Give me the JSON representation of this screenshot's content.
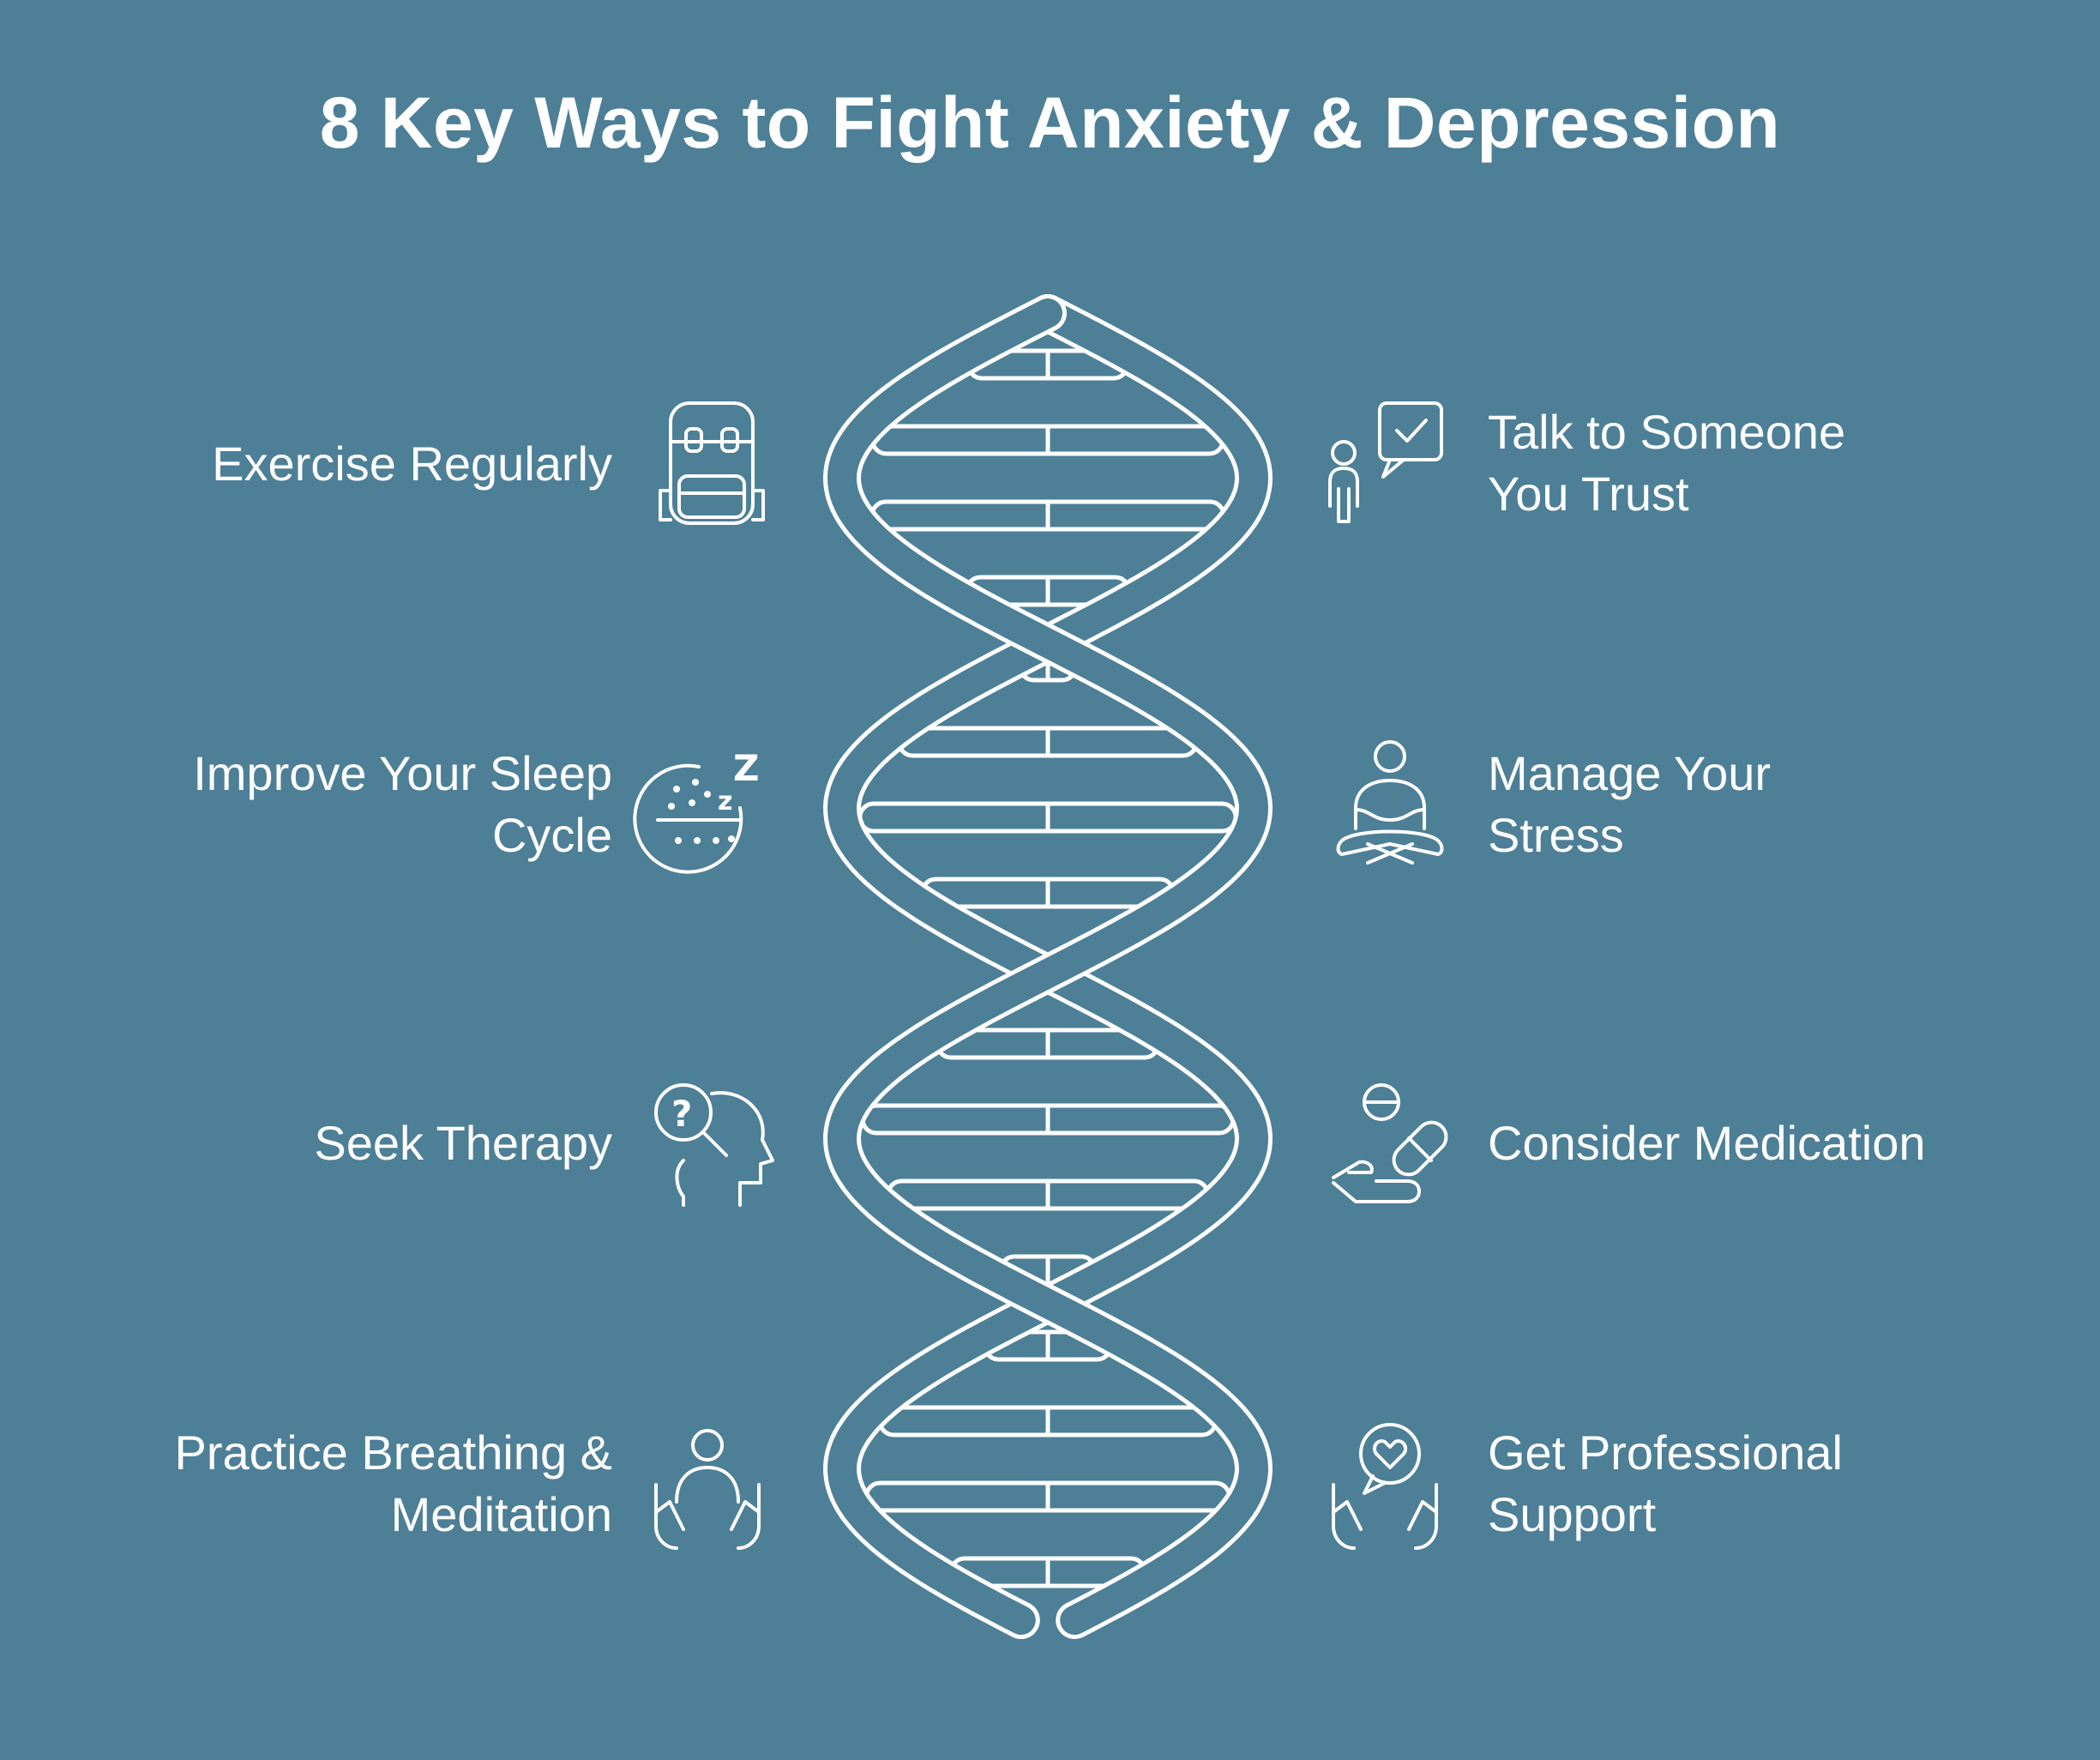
{
  "title": "8 Key Ways to Fight Anxiety & Depression",
  "left_items": [
    {
      "lines": [
        "Exercise Regularly"
      ],
      "icon": "backpack-icon"
    },
    {
      "lines": [
        "Improve Your Sleep",
        "Cycle"
      ],
      "icon": "sleep-icon"
    },
    {
      "lines": [
        "Seek Therapy"
      ],
      "icon": "head-question-icon"
    },
    {
      "lines": [
        "Practice Breathing &",
        "Meditation"
      ],
      "icon": "person-hands-icon"
    }
  ],
  "right_items": [
    {
      "lines": [
        "Talk to Someone",
        "You Trust"
      ],
      "icon": "person-speech-check-icon"
    },
    {
      "lines": [
        "Manage Your",
        "Stress"
      ],
      "icon": "meditation-icon"
    },
    {
      "lines": [
        "Consider Medication"
      ],
      "icon": "hand-pills-icon"
    },
    {
      "lines": [
        "Get Professional",
        "Support"
      ],
      "icon": "hands-heart-bubble-icon"
    }
  ],
  "colors": {
    "background": "#4d7f97",
    "foreground": "#ffffff"
  }
}
